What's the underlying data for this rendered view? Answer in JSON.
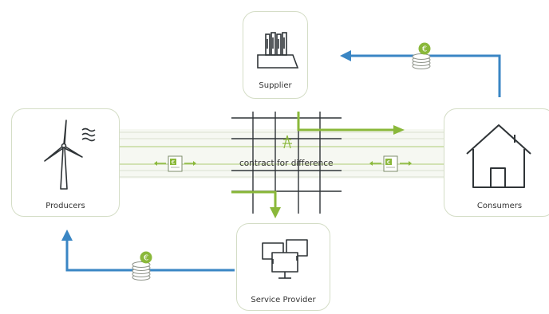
{
  "nodes": {
    "supplier": {
      "label": "Supplier"
    },
    "producers": {
      "label": "Producers"
    },
    "consumers": {
      "label": "Consumers"
    },
    "service_provider": {
      "label": "Service Provider"
    }
  },
  "band": {
    "label": "contract for difference"
  },
  "icons": {
    "currency": "€",
    "money_stack": "coin-stack-icon",
    "wind": "wind-turbine-icon",
    "house": "house-icon",
    "factory": "factory-icon",
    "monitors": "computer-monitors-icon"
  },
  "colors": {
    "green": "#8ab83a",
    "blue": "#3a86c4",
    "border": "#d4ddc6",
    "grid": "#2f3437"
  }
}
